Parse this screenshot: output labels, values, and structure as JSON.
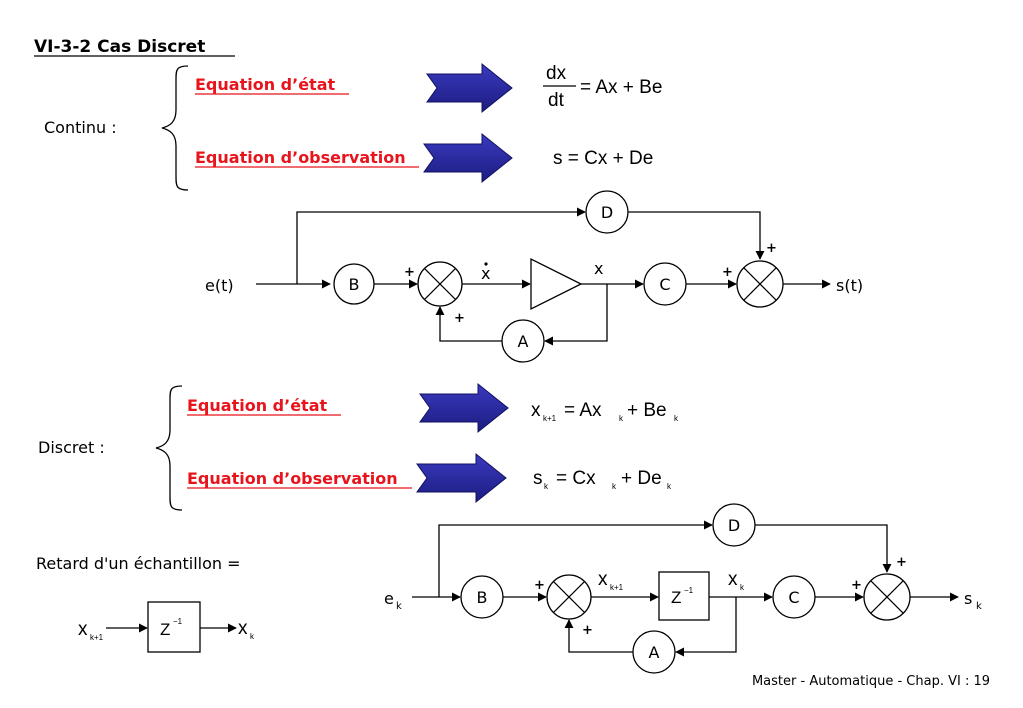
{
  "title": "VI-3-2 Cas Discret",
  "colors": {
    "heading": "#e8141c",
    "arrow": "#2a2aa0",
    "arrow_edge": "#101060"
  },
  "continuous": {
    "label": "Continu :",
    "state_heading": "Equation d’état",
    "obs_heading": "Equation d’observation",
    "state_eq": {
      "num": "dx",
      "den": "dt",
      "rhs": "= Ax + Be"
    },
    "obs_eq": "s = Cx + De",
    "diagram": {
      "input": "e(t)",
      "output": "s(t)",
      "B": "B",
      "A": "A",
      "C": "C",
      "D": "D",
      "xdot": "x",
      "x": "x",
      "plus": "+"
    }
  },
  "discrete": {
    "label": "Discret :",
    "state_heading": "Equation d’état",
    "obs_heading": "Equation d’observation",
    "state_eq": {
      "x": "x",
      "k1": "k+1",
      "mid": "= Ax",
      "k": "k",
      "plus_be": "+ Be"
    },
    "obs_eq": {
      "s": "s",
      "k": "k",
      "mid": "= Cx",
      "plus_de": "+ De"
    },
    "delay_text": "Retard d'un échantillon =",
    "delay": {
      "x": "x",
      "in_sub": "k+1",
      "z": "Z",
      "exp": "−1",
      "out_sub": "k"
    },
    "diagram": {
      "input": "e",
      "input_sub": "k",
      "output": "s",
      "output_sub": "k",
      "B": "B",
      "A": "A",
      "C": "C",
      "D": "D",
      "xk1": "x",
      "xk1_sub": "k+1",
      "xk": "x",
      "xk_sub": "k",
      "z": "Z",
      "z_exp": "−1",
      "plus": "+"
    }
  },
  "footer": "Master - Automatique -  Chap. VI : 19"
}
